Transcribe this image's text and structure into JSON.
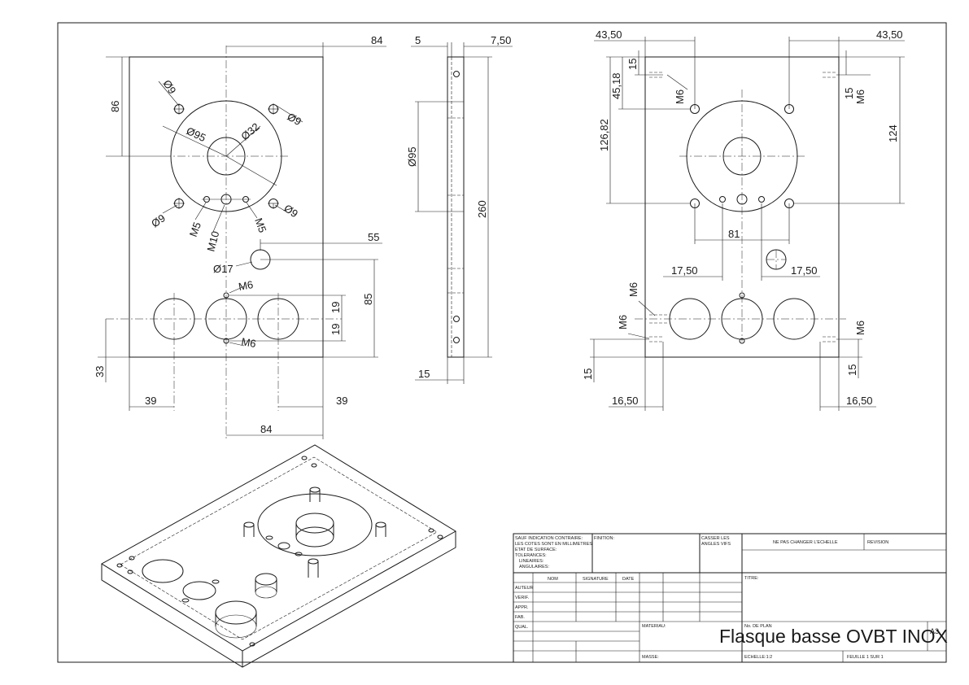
{
  "front_view": {
    "dim_top_84": "84",
    "dim_86": "86",
    "dia9_tl": "Ø9",
    "dia9_tr": "Ø9",
    "dia95": "Ø95",
    "dia32": "Ø32",
    "dia9_bl": "Ø9",
    "dia9_br": "Ø9",
    "m5_l": "M5",
    "m10": "M10",
    "m5_r": "M5",
    "dim_55": "55",
    "dia17": "Ø17",
    "m6_top": "M6",
    "m6_bot": "M6",
    "dim_85": "85",
    "dim_19a": "19",
    "dim_19b": "19",
    "dim_33": "33",
    "dim_39_l": "39",
    "dim_39_r": "39",
    "dim_bottom_84": "84"
  },
  "side_view": {
    "dim_5": "5",
    "dim_7_50": "7,50",
    "dia95": "Ø95",
    "dim_260": "260",
    "dim_15": "15"
  },
  "right_view": {
    "dim_43_50_l": "43,50",
    "dim_43_50_r": "43,50",
    "dim_15_tl": "15",
    "dim_45_18": "45,18",
    "dim_126_82": "126,82",
    "m6_tl": "M6",
    "dim_15_tr": "15",
    "m6_tr": "M6",
    "dim_124": "124",
    "dim_81": "81",
    "dim_17_50_l": "17,50",
    "dim_17_50_r": "17,50",
    "m6_ml": "M6",
    "m6_ll": "M6",
    "m6_lr": "M6",
    "dim_15_bl": "15",
    "dim_15_br": "15",
    "dim_16_50_l": "16,50",
    "dim_16_50_r": "16,50"
  },
  "title_block": {
    "notes_1": "SAUF INDICATION CONTRAIRE:",
    "notes_2": "LES COTES SONT EN MILLIMETRES",
    "notes_3": "ETAT DE SURFACE:",
    "notes_4": "TOLERANCES:",
    "notes_5": "LINEAIRES:",
    "notes_6": "ANGULAIRES:",
    "finition": "FINITION:",
    "casser_1": "CASSER LES",
    "casser_2": "ANGLES VIFS",
    "ne_pas": "NE PAS CHANGER L'ECHELLE",
    "revision": "REVISION",
    "col_nom": "NOM",
    "col_signature": "SIGNATURE",
    "col_date": "DATE",
    "row_auteur": "AUTEUR",
    "row_verif": "VERIF.",
    "row_appr": "APPR.",
    "row_fab": "FAB.",
    "row_qual": "QUAL.",
    "titre": "TITRE:",
    "materiau": "MATERIAU:",
    "no_plan": "No. DE PLAN",
    "drawing_title": "Flasque basse OVBT INOX",
    "format": "A3",
    "masse": "MASSE:",
    "echelle": "ECHELLE:1:2",
    "feuille": "FEUILLE 1 SUR 1"
  }
}
